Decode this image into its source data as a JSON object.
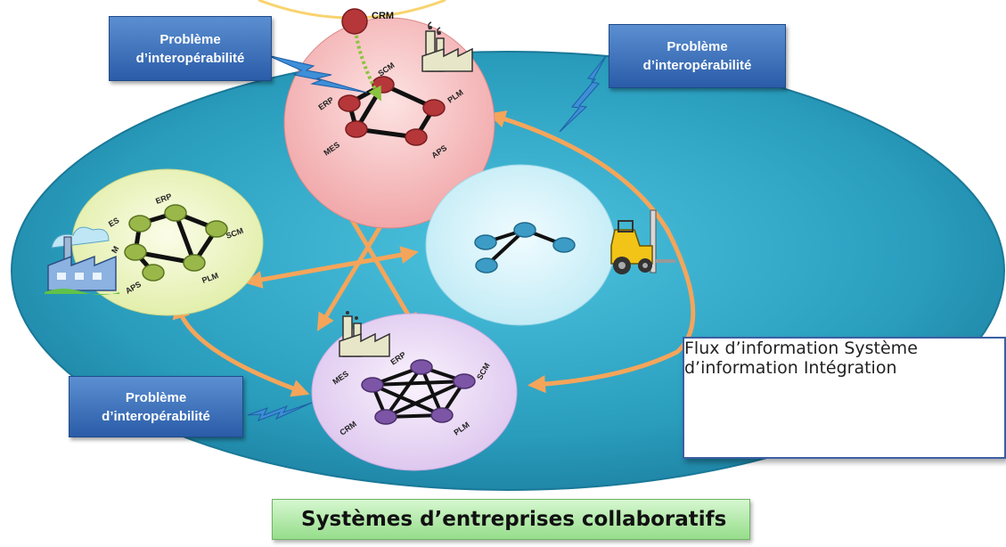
{
  "nodes": {
    "crm_external": "CRM",
    "top": [
      "ERP",
      "SCM",
      "PLM",
      "MES",
      "APS"
    ],
    "left": [
      "ES",
      "ERP",
      "SCM",
      "M",
      "APS",
      "PLM"
    ],
    "bottom": [
      "MES",
      "ERP",
      "SCM",
      "CRM",
      "PLM"
    ]
  },
  "callouts": {
    "top_left": [
      "Problème",
      "d’interopérabilité"
    ],
    "top_right": [
      "Problème",
      "d’interopérabilité"
    ],
    "bottom_left": [
      "Problème",
      "d’interopérabilité"
    ]
  },
  "legend": {
    "flow": "Flux d’information",
    "system": "Système d’information",
    "integration": "Intégration"
  },
  "title": "Systèmes d’entreprises collaboratifs",
  "colors": {
    "ocean": "#2ea3c3",
    "arrow": "#f5a55a",
    "red_node": "#b5373a",
    "green_node": "#9ab84a",
    "purple_node": "#7d55a6",
    "blue_node": "#3d9cc6",
    "callout": "#3a6fbd",
    "lightning": "#3e8ed8"
  },
  "icons": [
    "factory-icon",
    "forklift-icon",
    "lightning-icon"
  ]
}
